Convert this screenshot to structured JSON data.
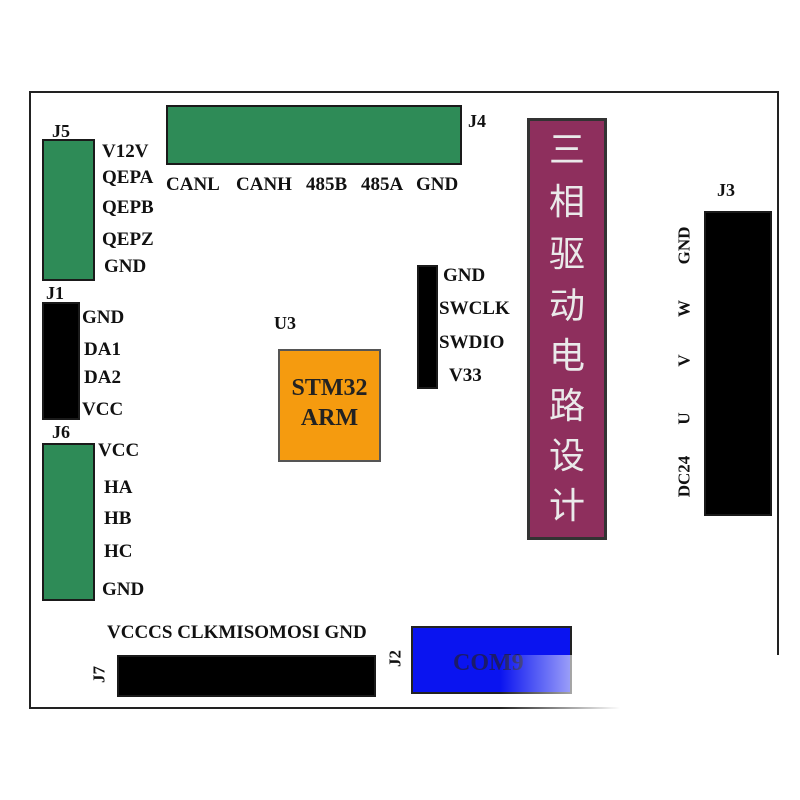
{
  "j5": {
    "ref": "J5",
    "pins": [
      "V12V",
      "QEPA",
      "QEPB",
      "QEPZ",
      "GND"
    ]
  },
  "j1": {
    "ref": "J1",
    "pins": [
      "GND",
      "DA1",
      "DA2",
      "VCC"
    ]
  },
  "j6": {
    "ref": "J6",
    "pins": [
      "VCC",
      "HA",
      "HB",
      "HC",
      "GND"
    ]
  },
  "j4": {
    "ref": "J4",
    "pins": [
      "CANL",
      "CANH",
      "485B",
      "485A",
      "GND"
    ]
  },
  "swd": {
    "pins": [
      "GND",
      "SWCLK",
      "SWDIO",
      "V33"
    ]
  },
  "u3": {
    "ref": "U3",
    "line1": "STM32",
    "line2": "ARM"
  },
  "title": {
    "chars": [
      "三",
      "相",
      "驱",
      "动",
      "电",
      "路",
      "设",
      "计"
    ]
  },
  "j3": {
    "ref": "J3",
    "pins": [
      "GND",
      "W",
      "V",
      "U",
      "DC24"
    ]
  },
  "j7": {
    "ref": "J7",
    "pins_text": "VCCCS CLKMISOMOSI GND"
  },
  "j2": {
    "ref": "J2",
    "label": "COM9"
  },
  "colors": {
    "connector_green": "#2e8b57",
    "mcu_orange": "#f59b0f",
    "title_purple": "#8e2f5d",
    "com_blue": "#0a14f0"
  }
}
